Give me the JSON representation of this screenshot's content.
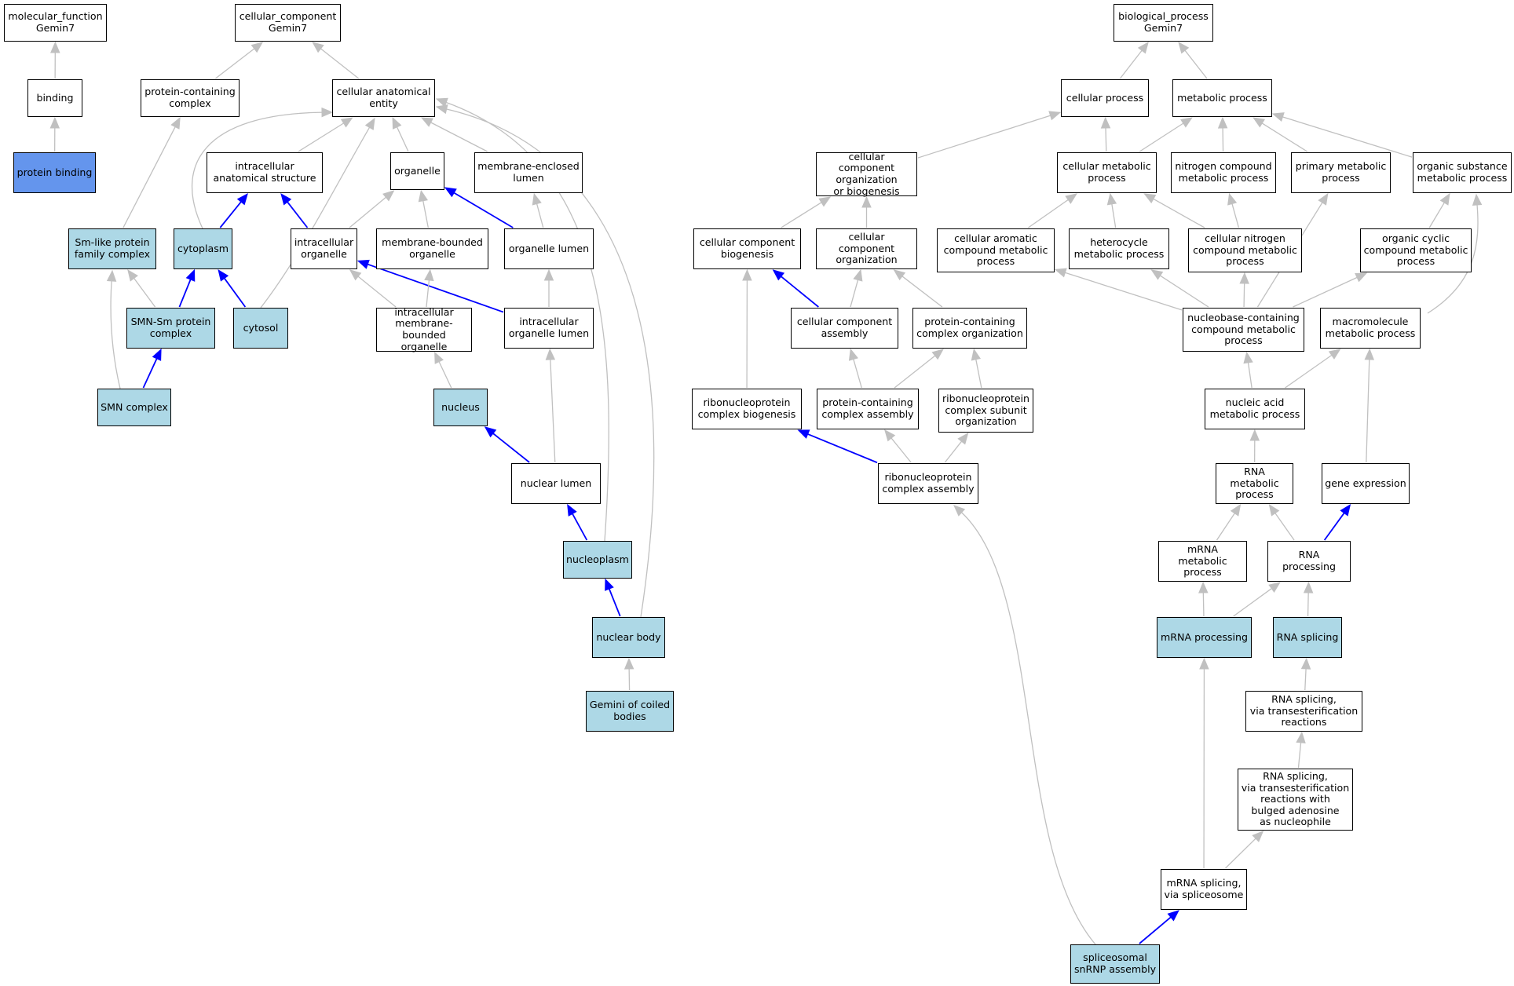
{
  "colors": {
    "default_fill": "#ffffff",
    "annotated_fill": "#add8e6",
    "query_fill": "#6495ed",
    "edge_gray": "#c0c0c0",
    "edge_blue": "#0000ff",
    "border": "#000000"
  },
  "nodes": {
    "mf_root": {
      "label": "molecular_function\nGemin7",
      "style": "default"
    },
    "binding": {
      "label": "binding",
      "style": "default"
    },
    "protein_binding": {
      "label": "protein binding",
      "style": "query"
    },
    "cc_root": {
      "label": "cellular_component\nGemin7",
      "style": "default"
    },
    "pcc": {
      "label": "protein-containing\ncomplex",
      "style": "default"
    },
    "cae": {
      "label": "cellular anatomical\nentity",
      "style": "default"
    },
    "ias": {
      "label": "intracellular\nanatomical structure",
      "style": "default"
    },
    "organelle": {
      "label": "organelle",
      "style": "default"
    },
    "mel": {
      "label": "membrane-enclosed\nlumen",
      "style": "default"
    },
    "smlike": {
      "label": "Sm-like protein\nfamily complex",
      "style": "annotated"
    },
    "cytoplasm": {
      "label": "cytoplasm",
      "style": "annotated"
    },
    "io": {
      "label": "intracellular\norganelle",
      "style": "default"
    },
    "mbo": {
      "label": "membrane-bounded\norganelle",
      "style": "default"
    },
    "olumen": {
      "label": "organelle lumen",
      "style": "default"
    },
    "smnsm": {
      "label": "SMN-Sm protein\ncomplex",
      "style": "annotated"
    },
    "cytosol": {
      "label": "cytosol",
      "style": "annotated"
    },
    "imbo": {
      "label": "intracellular\nmembrane-bounded\norganelle",
      "style": "default"
    },
    "iol": {
      "label": "intracellular\norganelle lumen",
      "style": "default"
    },
    "smn": {
      "label": "SMN complex",
      "style": "annotated"
    },
    "nucleus": {
      "label": "nucleus",
      "style": "annotated"
    },
    "nlumen": {
      "label": "nuclear lumen",
      "style": "default"
    },
    "nucleoplasm": {
      "label": "nucleoplasm",
      "style": "annotated"
    },
    "nbody": {
      "label": "nuclear body",
      "style": "annotated"
    },
    "gemini": {
      "label": "Gemini of coiled\nbodies",
      "style": "annotated"
    },
    "bp_root": {
      "label": "biological_process\nGemin7",
      "style": "default"
    },
    "cellproc": {
      "label": "cellular process",
      "style": "default"
    },
    "metproc": {
      "label": "metabolic process",
      "style": "default"
    },
    "ccob": {
      "label": "cellular component\norganization\nor biogenesis",
      "style": "default"
    },
    "cmp": {
      "label": "cellular metabolic\nprocess",
      "style": "default"
    },
    "ncmp": {
      "label": "nitrogen compound\nmetabolic process",
      "style": "default"
    },
    "pmp": {
      "label": "primary metabolic\nprocess",
      "style": "default"
    },
    "osmp": {
      "label": "organic substance\nmetabolic process",
      "style": "default"
    },
    "ccb": {
      "label": "cellular component\nbiogenesis",
      "style": "default"
    },
    "cco": {
      "label": "cellular component\norganization",
      "style": "default"
    },
    "cacmp": {
      "label": "cellular aromatic\ncompound metabolic\nprocess",
      "style": "default"
    },
    "hmp": {
      "label": "heterocycle\nmetabolic process",
      "style": "default"
    },
    "cncmp": {
      "label": "cellular nitrogen\ncompound metabolic\nprocess",
      "style": "default"
    },
    "occmp": {
      "label": "organic cyclic\ncompound metabolic\nprocess",
      "style": "default"
    },
    "cca": {
      "label": "cellular component\nassembly",
      "style": "default"
    },
    "pco": {
      "label": "protein-containing\ncomplex organization",
      "style": "default"
    },
    "nccmp": {
      "label": "nucleobase-containing\ncompound metabolic\nprocess",
      "style": "default"
    },
    "mmp": {
      "label": "macromolecule\nmetabolic process",
      "style": "default"
    },
    "rcb": {
      "label": "ribonucleoprotein\ncomplex biogenesis",
      "style": "default"
    },
    "pca": {
      "label": "protein-containing\ncomplex assembly",
      "style": "default"
    },
    "rcso": {
      "label": "ribonucleoprotein\ncomplex subunit\norganization",
      "style": "default"
    },
    "namp": {
      "label": "nucleic acid\nmetabolic process",
      "style": "default"
    },
    "rca": {
      "label": "ribonucleoprotein\ncomplex assembly",
      "style": "default"
    },
    "rnamp": {
      "label": "RNA metabolic\nprocess",
      "style": "default"
    },
    "geneexp": {
      "label": "gene expression",
      "style": "default"
    },
    "mrnamp": {
      "label": "mRNA metabolic\nprocess",
      "style": "default"
    },
    "rnaproc": {
      "label": "RNA processing",
      "style": "default"
    },
    "mrnaproc": {
      "label": "mRNA processing",
      "style": "annotated"
    },
    "rnasplice": {
      "label": "RNA splicing",
      "style": "annotated"
    },
    "rst": {
      "label": "RNA splicing,\nvia transesterification\nreactions",
      "style": "default"
    },
    "rstb": {
      "label": "RNA splicing,\nvia transesterification\nreactions with\nbulged adenosine\nas nucleophile",
      "style": "default"
    },
    "mrnas": {
      "label": "mRNA splicing,\nvia spliceosome",
      "style": "default"
    },
    "snrnp": {
      "label": "spliceosomal\nsnRNP assembly",
      "style": "annotated"
    }
  },
  "edges": [
    {
      "from": "binding",
      "to": "mf_root",
      "color": "gray"
    },
    {
      "from": "protein_binding",
      "to": "binding",
      "color": "gray"
    },
    {
      "from": "pcc",
      "to": "cc_root",
      "color": "gray"
    },
    {
      "from": "cae",
      "to": "cc_root",
      "color": "gray"
    },
    {
      "from": "smlike",
      "to": "pcc",
      "color": "gray"
    },
    {
      "from": "ias",
      "to": "cae",
      "color": "gray"
    },
    {
      "from": "organelle",
      "to": "cae",
      "color": "gray"
    },
    {
      "from": "mel",
      "to": "cae",
      "color": "gray"
    },
    {
      "from": "cytoplasm",
      "to": "cae",
      "color": "gray"
    },
    {
      "from": "cytosol",
      "to": "cae",
      "color": "gray"
    },
    {
      "from": "nucleoplasm",
      "to": "cae",
      "color": "gray"
    },
    {
      "from": "nbody",
      "to": "cae",
      "color": "gray"
    },
    {
      "from": "cytoplasm",
      "to": "ias",
      "color": "blue"
    },
    {
      "from": "io",
      "to": "ias",
      "color": "blue"
    },
    {
      "from": "io",
      "to": "organelle",
      "color": "gray"
    },
    {
      "from": "mbo",
      "to": "organelle",
      "color": "gray"
    },
    {
      "from": "olumen",
      "to": "organelle",
      "color": "blue"
    },
    {
      "from": "olumen",
      "to": "mel",
      "color": "gray"
    },
    {
      "from": "smnsm",
      "to": "smlike",
      "color": "gray"
    },
    {
      "from": "smn",
      "to": "smlike",
      "color": "gray"
    },
    {
      "from": "smnsm",
      "to": "cytoplasm",
      "color": "blue"
    },
    {
      "from": "cytosol",
      "to": "cytoplasm",
      "color": "blue"
    },
    {
      "from": "imbo",
      "to": "io",
      "color": "gray"
    },
    {
      "from": "iol",
      "to": "io",
      "color": "blue"
    },
    {
      "from": "imbo",
      "to": "mbo",
      "color": "gray"
    },
    {
      "from": "iol",
      "to": "olumen",
      "color": "gray"
    },
    {
      "from": "smn",
      "to": "smnsm",
      "color": "blue"
    },
    {
      "from": "nucleus",
      "to": "imbo",
      "color": "gray"
    },
    {
      "from": "nlumen",
      "to": "iol",
      "color": "gray"
    },
    {
      "from": "nlumen",
      "to": "nucleus",
      "color": "blue"
    },
    {
      "from": "nucleoplasm",
      "to": "nlumen",
      "color": "blue"
    },
    {
      "from": "nbody",
      "to": "nucleoplasm",
      "color": "blue"
    },
    {
      "from": "gemini",
      "to": "nbody",
      "color": "gray"
    },
    {
      "from": "cellproc",
      "to": "bp_root",
      "color": "gray"
    },
    {
      "from": "metproc",
      "to": "bp_root",
      "color": "gray"
    },
    {
      "from": "ccob",
      "to": "cellproc",
      "color": "gray"
    },
    {
      "from": "cmp",
      "to": "cellproc",
      "color": "gray"
    },
    {
      "from": "cmp",
      "to": "metproc",
      "color": "gray"
    },
    {
      "from": "ncmp",
      "to": "metproc",
      "color": "gray"
    },
    {
      "from": "pmp",
      "to": "metproc",
      "color": "gray"
    },
    {
      "from": "osmp",
      "to": "metproc",
      "color": "gray"
    },
    {
      "from": "ccb",
      "to": "ccob",
      "color": "gray"
    },
    {
      "from": "cco",
      "to": "ccob",
      "color": "gray"
    },
    {
      "from": "cacmp",
      "to": "cmp",
      "color": "gray"
    },
    {
      "from": "hmp",
      "to": "cmp",
      "color": "gray"
    },
    {
      "from": "cncmp",
      "to": "cmp",
      "color": "gray"
    },
    {
      "from": "cncmp",
      "to": "ncmp",
      "color": "gray"
    },
    {
      "from": "nccmp",
      "to": "pmp",
      "color": "gray"
    },
    {
      "from": "occmp",
      "to": "osmp",
      "color": "gray"
    },
    {
      "from": "mmp",
      "to": "osmp",
      "color": "gray"
    },
    {
      "from": "cca",
      "to": "ccb",
      "color": "blue"
    },
    {
      "from": "rcb",
      "to": "ccb",
      "color": "gray"
    },
    {
      "from": "cca",
      "to": "cco",
      "color": "gray"
    },
    {
      "from": "pco",
      "to": "cco",
      "color": "gray"
    },
    {
      "from": "nccmp",
      "to": "cacmp",
      "color": "gray"
    },
    {
      "from": "nccmp",
      "to": "hmp",
      "color": "gray"
    },
    {
      "from": "nccmp",
      "to": "cncmp",
      "color": "gray"
    },
    {
      "from": "nccmp",
      "to": "occmp",
      "color": "gray"
    },
    {
      "from": "pca",
      "to": "cca",
      "color": "gray"
    },
    {
      "from": "pca",
      "to": "pco",
      "color": "gray"
    },
    {
      "from": "rcso",
      "to": "pco",
      "color": "gray"
    },
    {
      "from": "namp",
      "to": "nccmp",
      "color": "gray"
    },
    {
      "from": "namp",
      "to": "mmp",
      "color": "gray"
    },
    {
      "from": "geneexp",
      "to": "mmp",
      "color": "gray"
    },
    {
      "from": "rca",
      "to": "rcb",
      "color": "blue"
    },
    {
      "from": "rca",
      "to": "pca",
      "color": "gray"
    },
    {
      "from": "rca",
      "to": "rcso",
      "color": "gray"
    },
    {
      "from": "rnamp",
      "to": "namp",
      "color": "gray"
    },
    {
      "from": "mrnamp",
      "to": "rnamp",
      "color": "gray"
    },
    {
      "from": "rnaproc",
      "to": "rnamp",
      "color": "gray"
    },
    {
      "from": "rnaproc",
      "to": "geneexp",
      "color": "blue"
    },
    {
      "from": "mrnaproc",
      "to": "mrnamp",
      "color": "gray"
    },
    {
      "from": "mrnaproc",
      "to": "rnaproc",
      "color": "gray"
    },
    {
      "from": "rnasplice",
      "to": "rnaproc",
      "color": "gray"
    },
    {
      "from": "rst",
      "to": "rnasplice",
      "color": "gray"
    },
    {
      "from": "rstb",
      "to": "rst",
      "color": "gray"
    },
    {
      "from": "mrnas",
      "to": "rstb",
      "color": "gray"
    },
    {
      "from": "mrnas",
      "to": "mrnaproc",
      "color": "gray"
    },
    {
      "from": "snrnp",
      "to": "mrnas",
      "color": "blue"
    },
    {
      "from": "snrnp",
      "to": "rca",
      "color": "gray"
    }
  ]
}
